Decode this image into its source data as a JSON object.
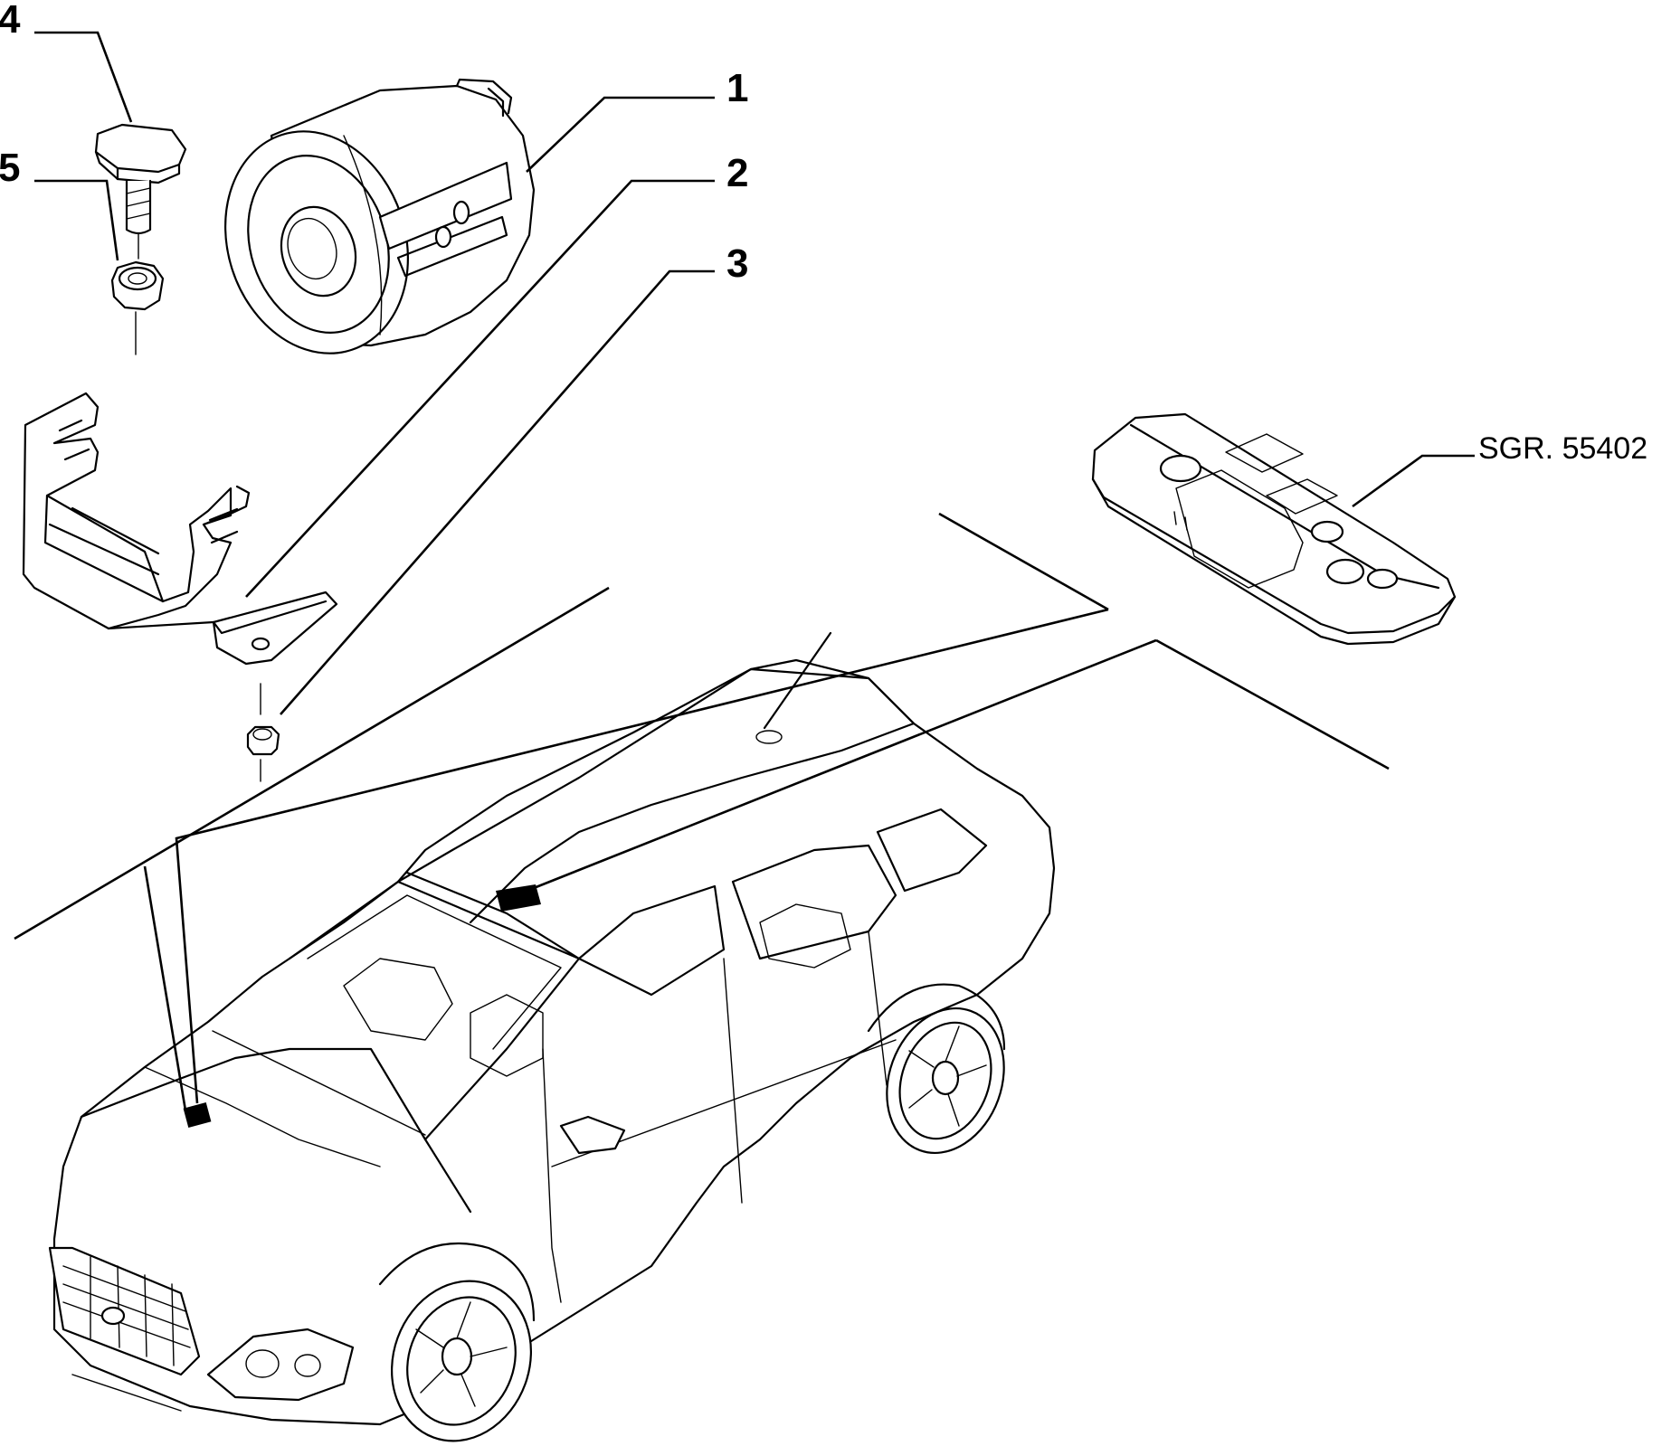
{
  "callouts": [
    {
      "id": "1",
      "label": "1"
    },
    {
      "id": "2",
      "label": "2"
    },
    {
      "id": "3",
      "label": "3"
    },
    {
      "id": "4",
      "label": "4"
    },
    {
      "id": "5",
      "label": "5"
    }
  ],
  "reference": "SGR. 55402",
  "colors": {
    "line": "#000000",
    "background": "#ffffff"
  }
}
